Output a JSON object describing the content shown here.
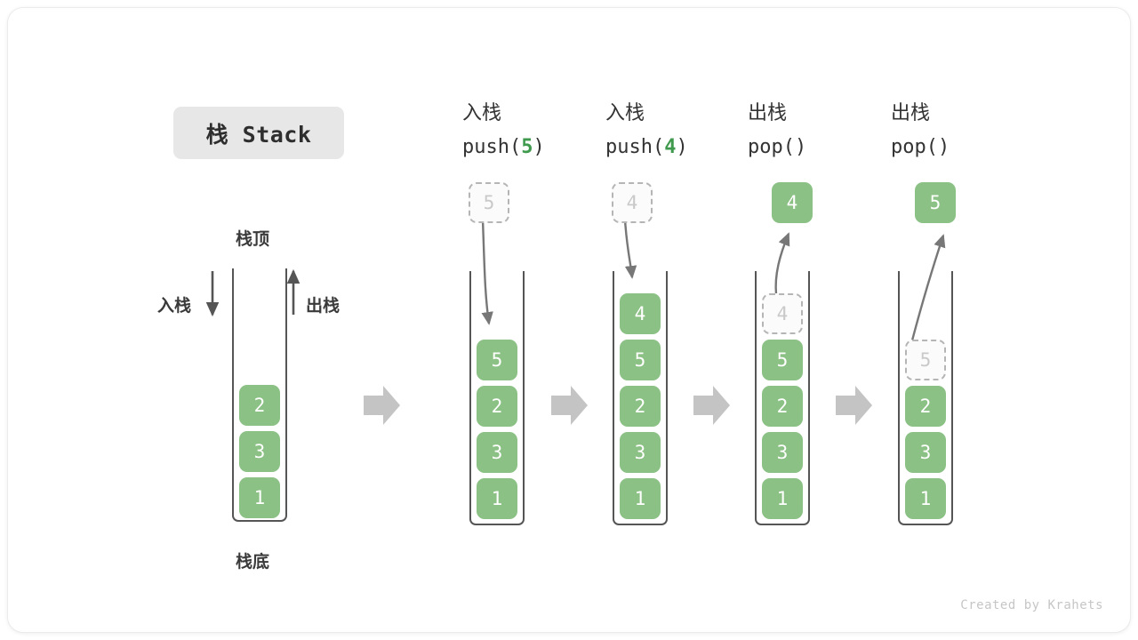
{
  "title_badge": {
    "text": "栈 Stack"
  },
  "left_stack": {
    "top_label": "栈顶",
    "bottom_label": "栈底",
    "push_label": "入栈",
    "pop_label": "出栈",
    "cells": [
      "2",
      "3",
      "1"
    ]
  },
  "columns": [
    {
      "id": "push-5",
      "header_line1": "入栈",
      "header_op": "push(",
      "header_arg": "5",
      "header_close": ")",
      "ghost_above": "5",
      "ghost_above_visible": true,
      "arrow_direction": "down-into-stack",
      "ghost_inside": null,
      "popped_out": null,
      "cells": [
        "5",
        "2",
        "3",
        "1"
      ]
    },
    {
      "id": "push-4",
      "header_line1": "入栈",
      "header_op": "push(",
      "header_arg": "4",
      "header_close": ")",
      "ghost_above": "4",
      "ghost_above_visible": true,
      "arrow_direction": "down-into-stack",
      "ghost_inside": null,
      "popped_out": null,
      "cells": [
        "4",
        "5",
        "2",
        "3",
        "1"
      ]
    },
    {
      "id": "pop-1",
      "header_line1": "出栈",
      "header_op": "pop(",
      "header_arg": "",
      "header_close": ")",
      "ghost_above": null,
      "ghost_above_visible": false,
      "arrow_direction": "up-out-of-stack",
      "ghost_inside": "4",
      "popped_out": "4",
      "cells": [
        "5",
        "2",
        "3",
        "1"
      ]
    },
    {
      "id": "pop-2",
      "header_line1": "出栈",
      "header_op": "pop(",
      "header_arg": "",
      "header_close": ")",
      "ghost_above": null,
      "ghost_above_visible": false,
      "arrow_direction": "up-out-of-stack",
      "ghost_inside": "5",
      "popped_out": "5",
      "cells": [
        "2",
        "3",
        "1"
      ]
    }
  ],
  "transition_arrows": 4,
  "footer": {
    "credit": "Created by Krahets"
  },
  "colors": {
    "element_green": "#8bc184",
    "arg_green": "#3f9a4e",
    "container_stroke": "#555555",
    "ghost_border": "#b5b5b5",
    "ghost_text": "#c9c9c9",
    "transition_arrow": "#c4c4c4",
    "curve_arrow": "#777777",
    "badge_bg": "#e7e7e7",
    "footer_text": "#c6c6c6"
  }
}
